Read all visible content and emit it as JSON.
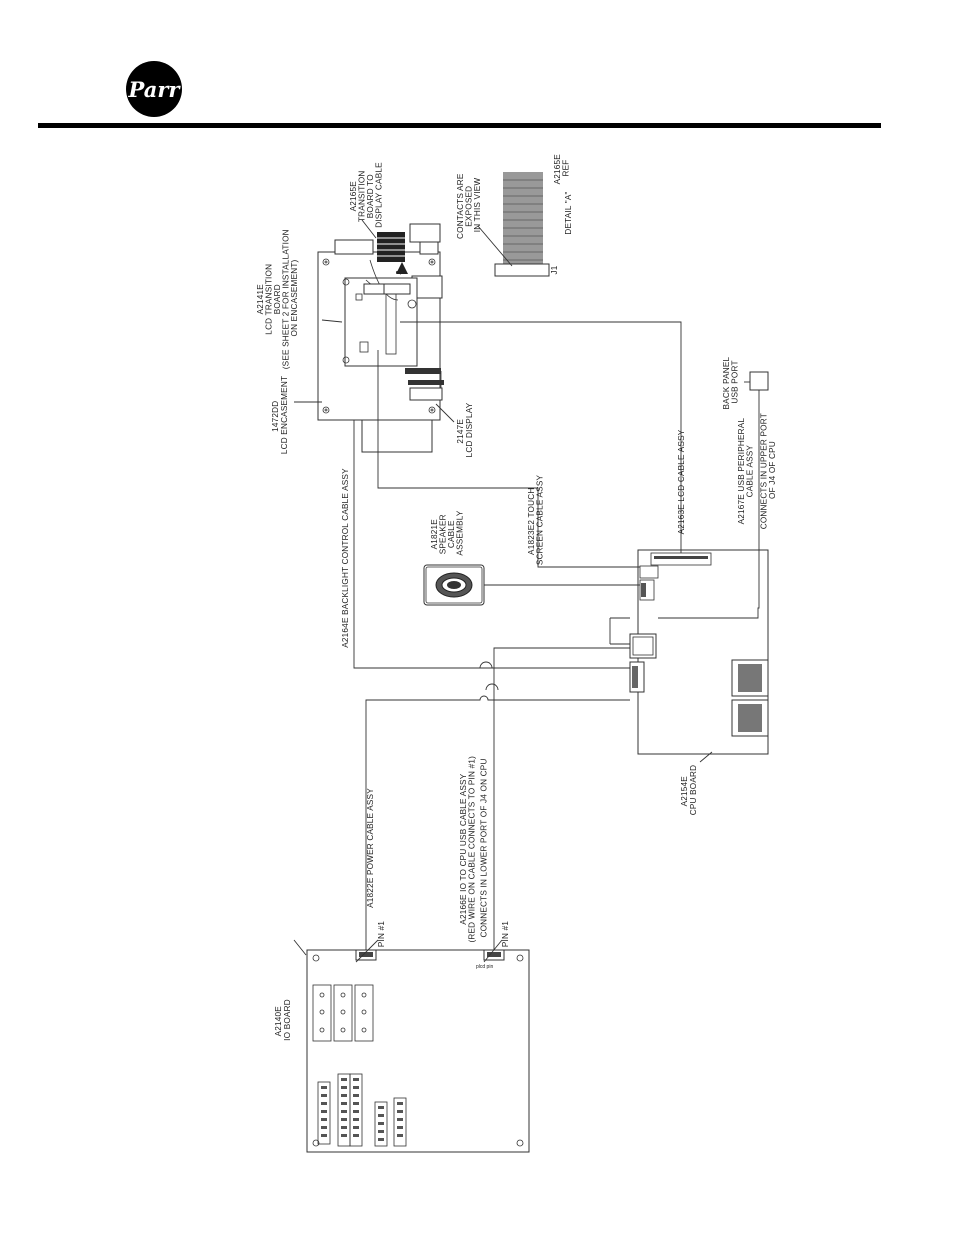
{
  "header": {
    "logo_text": "Parr"
  },
  "labels": {
    "lcd_encasement": [
      "1472DD",
      "LCD ENCASEMENT"
    ],
    "lcd_transition_board": [
      "A2141E",
      "LCD TRANSITION",
      "BOARD",
      "(SEE SHEET 2 FOR INSTALLATION",
      "ON ENCASEMENT)"
    ],
    "transition_to_display": [
      "A2165E",
      "TRANSITION",
      "BOARD TO",
      "DISPLAY CABLE"
    ],
    "contacts_exposed": [
      "CONTACTS ARE",
      "EXPOSED",
      "IN THIS VIEW"
    ],
    "a2165e_ref": [
      "A2165E",
      "REF"
    ],
    "detail_a": "DETAIL \"A\"",
    "j1": "J1",
    "lcd_display": [
      "2147E",
      "LCD DISPLAY"
    ],
    "backlight_cable": "A2164E BACKLIGHT CONTROL CABLE ASSY",
    "speaker_cable": [
      "A1821E",
      "SPEAKER",
      "CABLE",
      "ASSEMBLY"
    ],
    "touch_cable": [
      "A1823E2 TOUCH",
      "SCREEN CABLE ASSY"
    ],
    "lcd_cable": "A2163E LCD CABLE ASSY",
    "usb_peripheral": [
      "A2167E USB PERIPHERAL",
      "CABLE ASSY",
      "CONNECTS IN UPPER PORT",
      "OF J4 OF CPU"
    ],
    "back_panel_usb": [
      "BACK PANEL",
      "USB PORT"
    ],
    "cpu_board": [
      "A2154E",
      "CPU BOARD"
    ],
    "power_cable": "A1822E POWER CABLE ASSY",
    "io_usb_cable": [
      "A2166E IO TO CPU USB CABLE ASSY",
      "(RED WIRE ON CABLE CONNECTS TO PIN #1)",
      "CONNECTS IN  LOWER PORT OF J4 ON CPU"
    ],
    "io_board": [
      "A2140E",
      "IO BOARD"
    ],
    "pin1_a": "PIN #1",
    "pin1_b": "PIN #1",
    "detail_marker": "A"
  }
}
